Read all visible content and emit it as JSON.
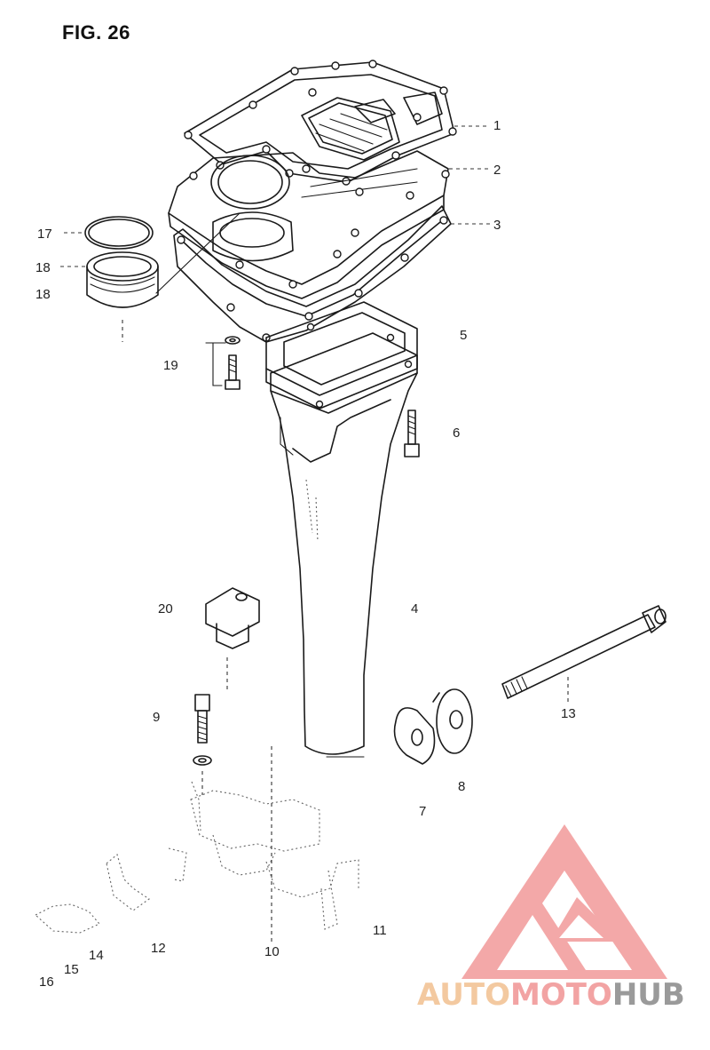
{
  "figure": {
    "title": "FIG. 26"
  },
  "callouts": [
    {
      "id": "c1",
      "label": "1"
    },
    {
      "id": "c2",
      "label": "2"
    },
    {
      "id": "c3",
      "label": "3"
    },
    {
      "id": "c4",
      "label": "4"
    },
    {
      "id": "c5",
      "label": "5"
    },
    {
      "id": "c6",
      "label": "6"
    },
    {
      "id": "c7",
      "label": "7"
    },
    {
      "id": "c8",
      "label": "8"
    },
    {
      "id": "c9",
      "label": "9"
    },
    {
      "id": "c10",
      "label": "10"
    },
    {
      "id": "c11",
      "label": "11"
    },
    {
      "id": "c12",
      "label": "12"
    },
    {
      "id": "c13",
      "label": "13"
    },
    {
      "id": "c14",
      "label": "14"
    },
    {
      "id": "c15",
      "label": "15"
    },
    {
      "id": "c16",
      "label": "16"
    },
    {
      "id": "c17",
      "label": "17"
    },
    {
      "id": "c18a",
      "label": "18"
    },
    {
      "id": "c18b",
      "label": "18"
    },
    {
      "id": "c19",
      "label": "19"
    },
    {
      "id": "c20",
      "label": "20"
    }
  ],
  "watermark": {
    "part_a": "AUTO",
    "part_b": "MOTO",
    "part_c": "HUB",
    "colors": {
      "auto": "#f3c9a0",
      "moto": "#f2a3a3",
      "hub": "#9a9a9a",
      "logo": "#f08c8c"
    }
  }
}
